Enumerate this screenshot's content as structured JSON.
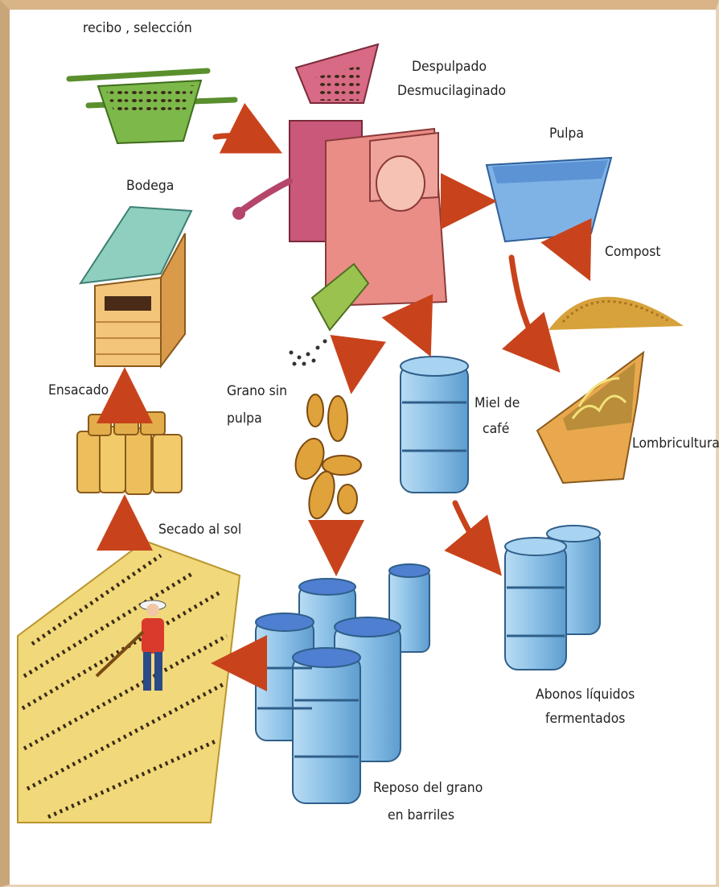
{
  "labels": {
    "recibo": "recibo , selección",
    "despulpado_1": "Despulpado",
    "despulpado_2": "Desmucilaginado",
    "pulpa": "Pulpa",
    "bodega": "Bodega",
    "compost": "Compost",
    "ensacado": "Ensacado",
    "grano_1": "Grano sin",
    "grano_2": "pulpa",
    "miel_1": "Miel de",
    "miel_2": "café",
    "lombricultura": "Lombricultura",
    "secado": "Secado al sol",
    "abonos_1": "Abonos líquidos",
    "abonos_2": "fermentados",
    "reposo_1": "Reposo del grano",
    "reposo_2": "en barriles"
  },
  "colors": {
    "arrow": "#c8431c",
    "machine": "#e58a86",
    "barrel": "#8fc3e8",
    "basket": "#7db84a",
    "field": "#f1d87a",
    "bean": "#e0a23a"
  }
}
